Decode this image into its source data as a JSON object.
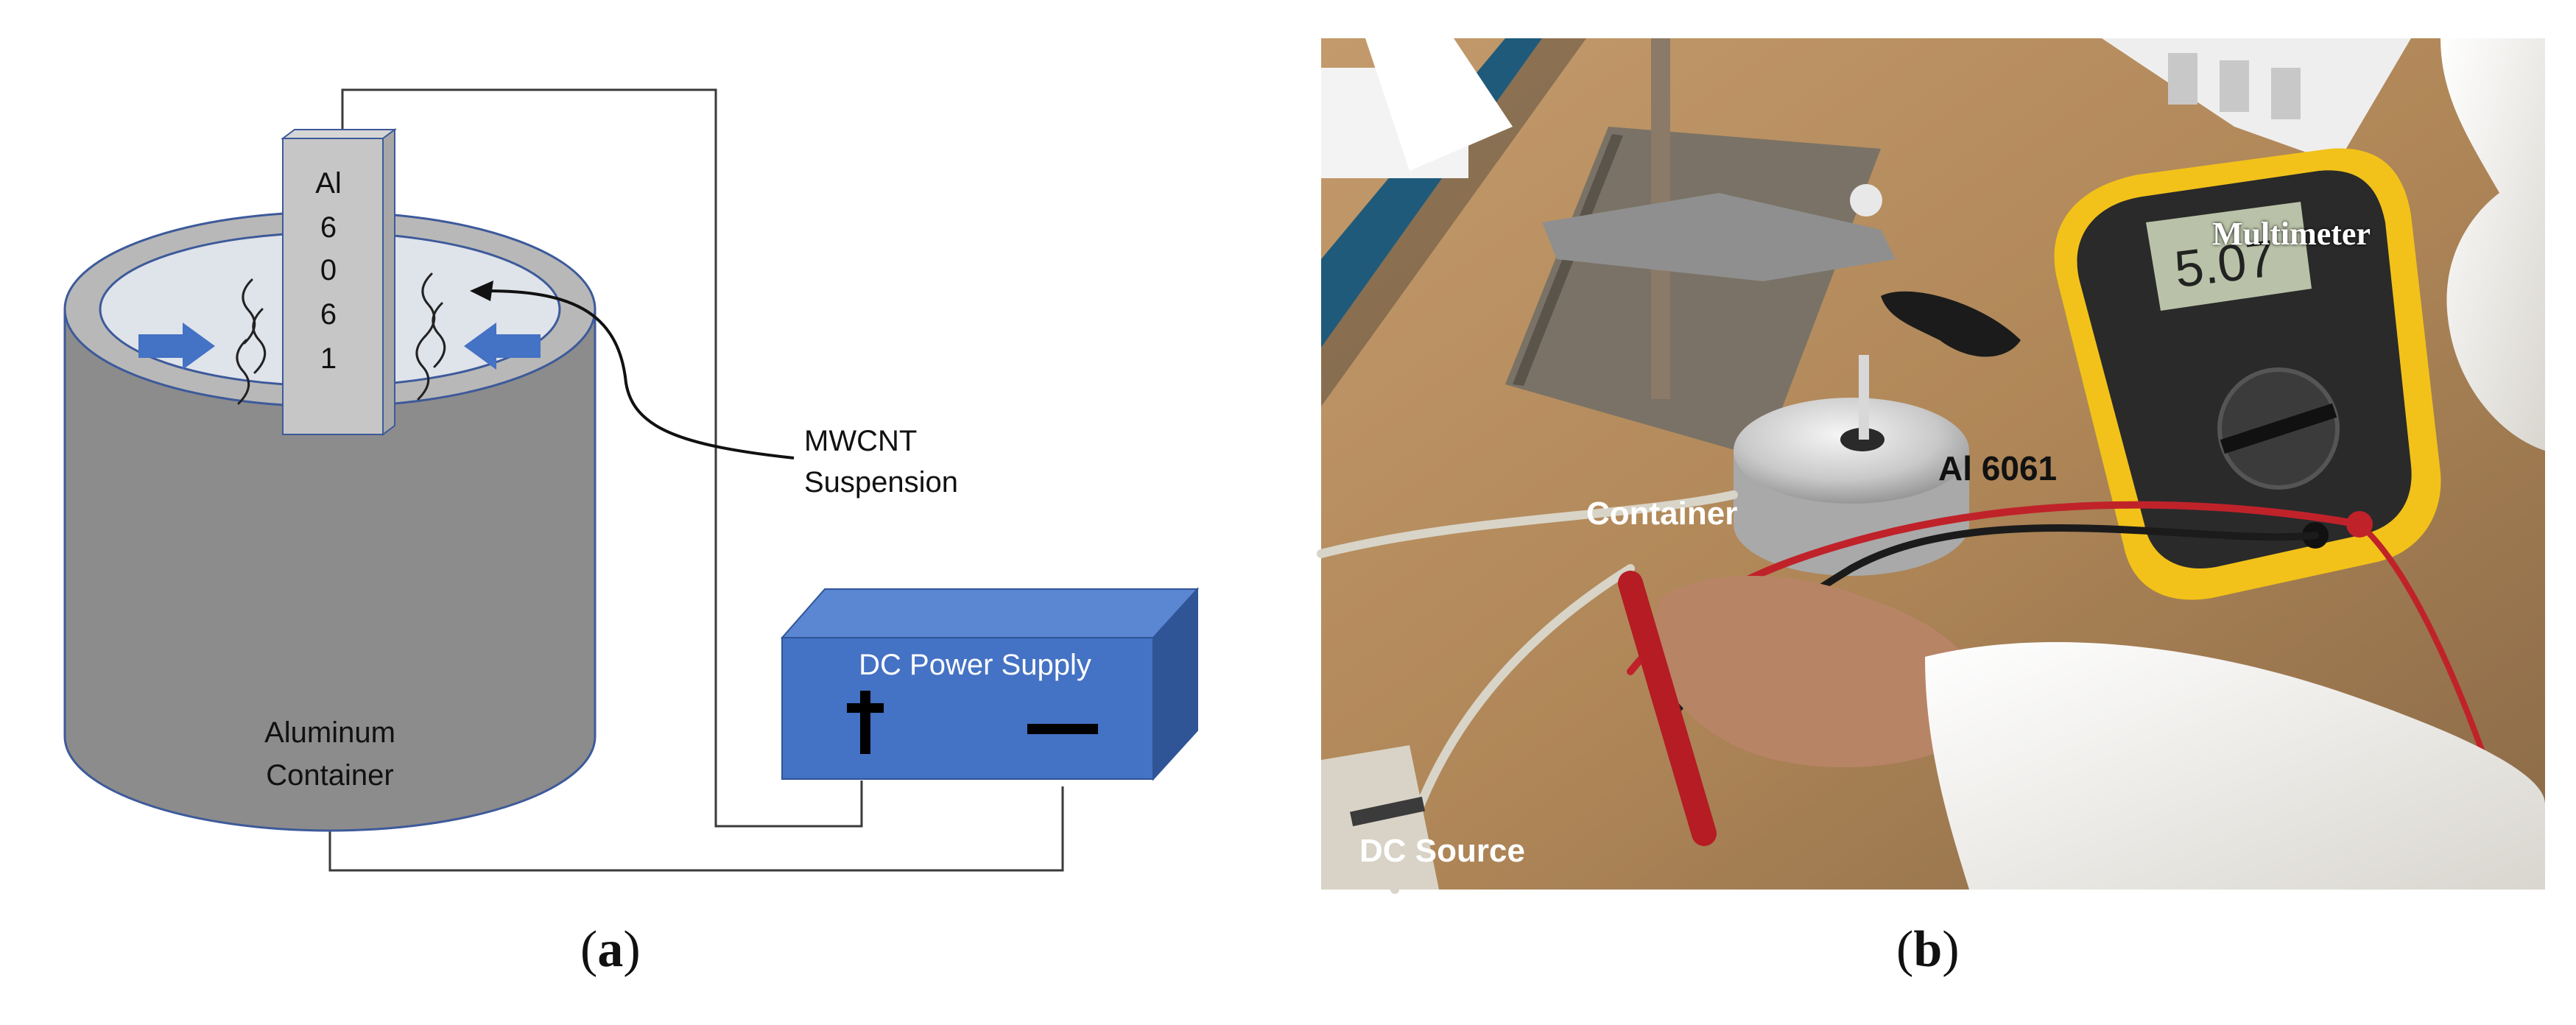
{
  "panel_a": {
    "caption_open": "(",
    "caption_letter": "a",
    "caption_close": ")",
    "electrode_chars": [
      "Al",
      "6",
      "0",
      "6",
      "1"
    ],
    "suspension_label_line1": "MWCNT",
    "suspension_label_line2": "Suspension",
    "container_label_line1": "Aluminum",
    "container_label_line2": "Container",
    "power_supply_label": "DC Power Supply",
    "plus_symbol": "+",
    "minus_symbol": "−",
    "colors": {
      "container_side": "#8c8c8c",
      "container_rim": "#b8b8b8",
      "container_inner": "#dfe3ea",
      "container_outline": "#3d5a9a",
      "electrode_face": "#c6c6c6",
      "electrode_side": "#a7a7a7",
      "arrow_blue": "#4472c4",
      "box_front": "#4472c4",
      "box_top": "#5b86d2",
      "box_side": "#2f5597",
      "wire": "#3a3a3a"
    }
  },
  "panel_b": {
    "caption_open": "(",
    "caption_letter": "b",
    "caption_close": ")",
    "label_multimeter": "Multimeter",
    "label_al6061": "Al 6061",
    "label_container": "Container",
    "label_dc_source": "DC Source",
    "meter_reading": "5.07",
    "colors": {
      "bench": "#b48d62",
      "meter_yellow": "#f2c21a",
      "coat": "#f1efe9",
      "red_lead": "#c0222a"
    }
  }
}
